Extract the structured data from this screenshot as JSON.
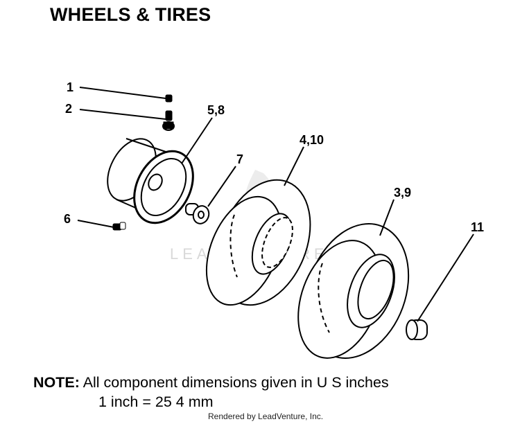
{
  "title": "WHEELS & TIRES",
  "callouts": [
    "1",
    "2",
    "5,8",
    "4,10",
    "7",
    "3,9",
    "6",
    "11"
  ],
  "watermark": "LEADVENTURE",
  "note": {
    "label": "NOTE:",
    "line1": "All component dimensions given in U S  inches",
    "line2": "1 inch = 25 4 mm"
  },
  "footer": "Rendered by LeadVenture, Inc."
}
